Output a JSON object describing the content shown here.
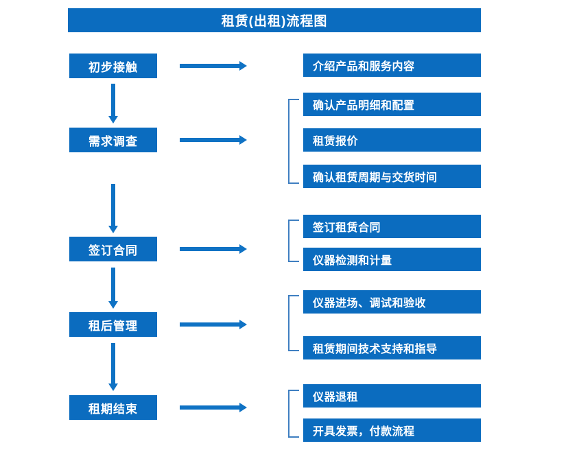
{
  "title": "租赁(出租)流程图",
  "colors": {
    "box_fill": "#0b6cbf",
    "box_text": "#ffffff",
    "arrow": "#0f72c4",
    "bracket": "#3f7fc1",
    "background": "#ffffff"
  },
  "stages": [
    {
      "label": "初步接触"
    },
    {
      "label": "需求调查"
    },
    {
      "label": "签订合同"
    },
    {
      "label": "租后管理"
    },
    {
      "label": "租期结束"
    }
  ],
  "groups": [
    {
      "stage": "初步接触",
      "bracketed": false,
      "items": [
        {
          "label": "介绍产品和服务内容"
        }
      ]
    },
    {
      "stage": "需求调查",
      "bracketed": true,
      "items": [
        {
          "label": "确认产品明细和配置"
        },
        {
          "label": "租赁报价"
        },
        {
          "label": "确认租赁周期与交货时间"
        }
      ]
    },
    {
      "stage": "签订合同",
      "bracketed": true,
      "items": [
        {
          "label": "签订租赁合同"
        },
        {
          "label": "仪器检测和计量"
        }
      ]
    },
    {
      "stage": "租后管理",
      "bracketed": true,
      "items": [
        {
          "label": "仪器进场、调试和验收"
        },
        {
          "label": "租赁期间技术支持和指导"
        }
      ]
    },
    {
      "stage": "租期结束",
      "bracketed": true,
      "items": [
        {
          "label": "仪器退租"
        },
        {
          "label": "开具发票，付款流程"
        }
      ]
    }
  ]
}
